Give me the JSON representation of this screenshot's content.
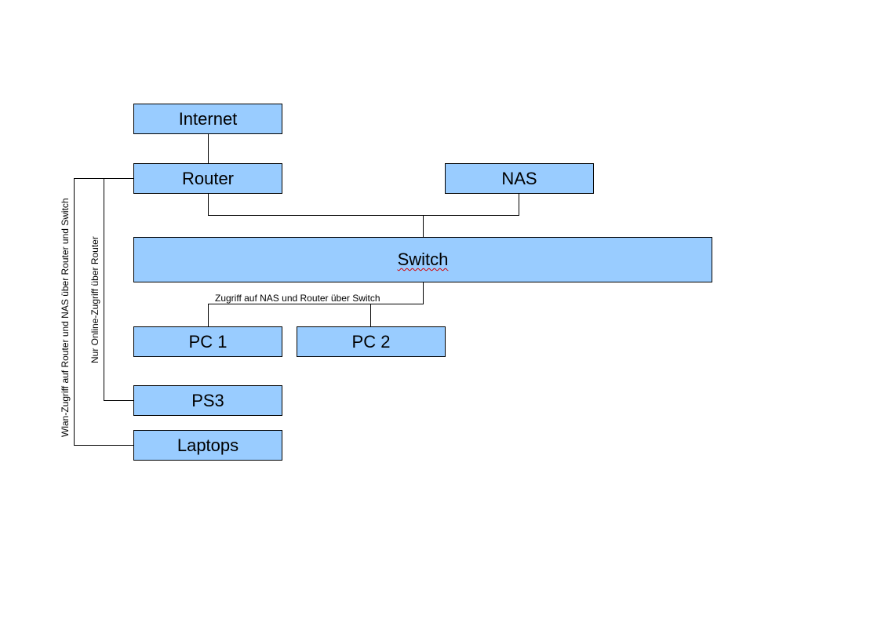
{
  "nodes": {
    "internet": "Internet",
    "router": "Router",
    "nas": "NAS",
    "switch": "Switch",
    "pc1": "PC 1",
    "pc2": "PC 2",
    "ps3": "PS3",
    "laptops": "Laptops"
  },
  "labels": {
    "switch_access": "Zugriff auf NAS und Router über Switch",
    "online_only": "Nur Online-Zugriff über Router",
    "wlan_access": "Wlan-Zugriff auf Router und NAS über Router und Switch"
  },
  "colors": {
    "box_fill": "#99ccff",
    "line": "#000000"
  }
}
